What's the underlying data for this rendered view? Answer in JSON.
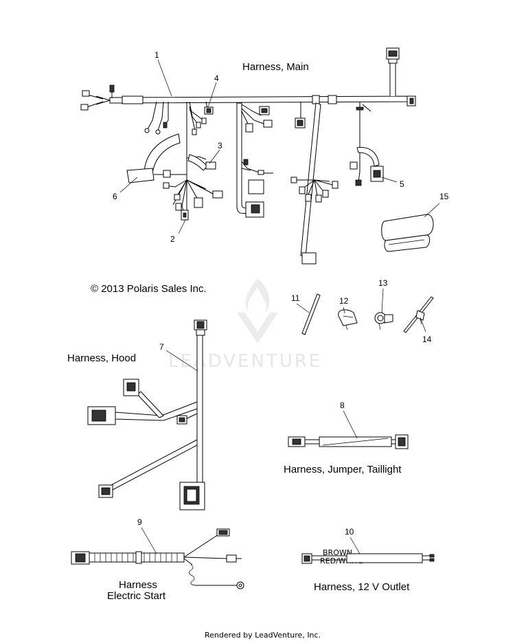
{
  "titles": {
    "main": "Harness, Main",
    "hood": "Harness, Hood",
    "taillight": "Harness, Jumper, Taillight",
    "electric_start_line1": "Harness",
    "electric_start_line2": "Electric Start",
    "outlet": "Harness, 12 V Outlet"
  },
  "copyright": "© 2013 Polaris Sales Inc.",
  "footer": "Rendered by LeadVenture, Inc.",
  "watermark": "LEADVENTURE",
  "wire_labels": {
    "brown": "BROWN",
    "red_white": "RED/WHITE"
  },
  "callouts": {
    "c1": "1",
    "c2": "2",
    "c3": "3",
    "c4": "4",
    "c5": "5",
    "c6": "6",
    "c7": "7",
    "c8": "8",
    "c9": "9",
    "c10": "10",
    "c11": "11",
    "c12": "12",
    "c13": "13",
    "c14": "14",
    "c15": "15"
  }
}
